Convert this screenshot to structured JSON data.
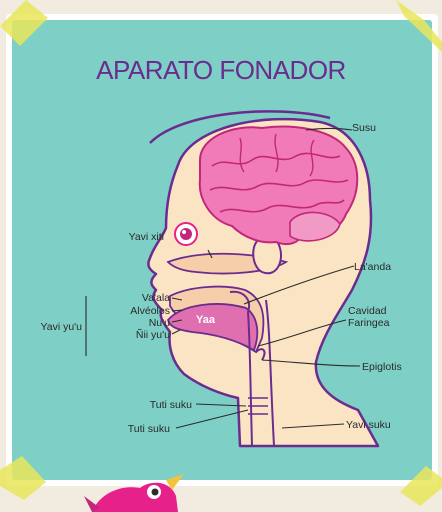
{
  "title": "APARATO FONADOR",
  "labels": {
    "brain": "Susu",
    "nasal": "Yavi xiti",
    "palate": "La'anda",
    "lips_group": "Yavi yu'u",
    "teeth": "Va'ala",
    "alveolar": "Alvéolos",
    "tongue_tip": "Nu'u",
    "lips": "Ñii yu'u",
    "tongue": "Yaa",
    "pharynx_1": "Cavidad",
    "pharynx_2": "Faringea",
    "epiglottis": "Epiglotis",
    "trachea_upper": "Tuti suku",
    "trachea_lower": "Tuti suku",
    "esophagus": "Yavi suku"
  },
  "colors": {
    "background": "#f2ece0",
    "board": "#7ecfc5",
    "frame": "#ffffff",
    "skin": "#fbe4c4",
    "outline": "#6a2c8e",
    "brain": "#f07bb8",
    "brain_detail": "#c2277a",
    "line": "#2b2b2b",
    "tape": "#e9e65a",
    "bird": "#e6218a"
  },
  "icons": [
    "brain-icon",
    "eye-icon",
    "bird-mascot-icon",
    "tape-corner-icon"
  ]
}
